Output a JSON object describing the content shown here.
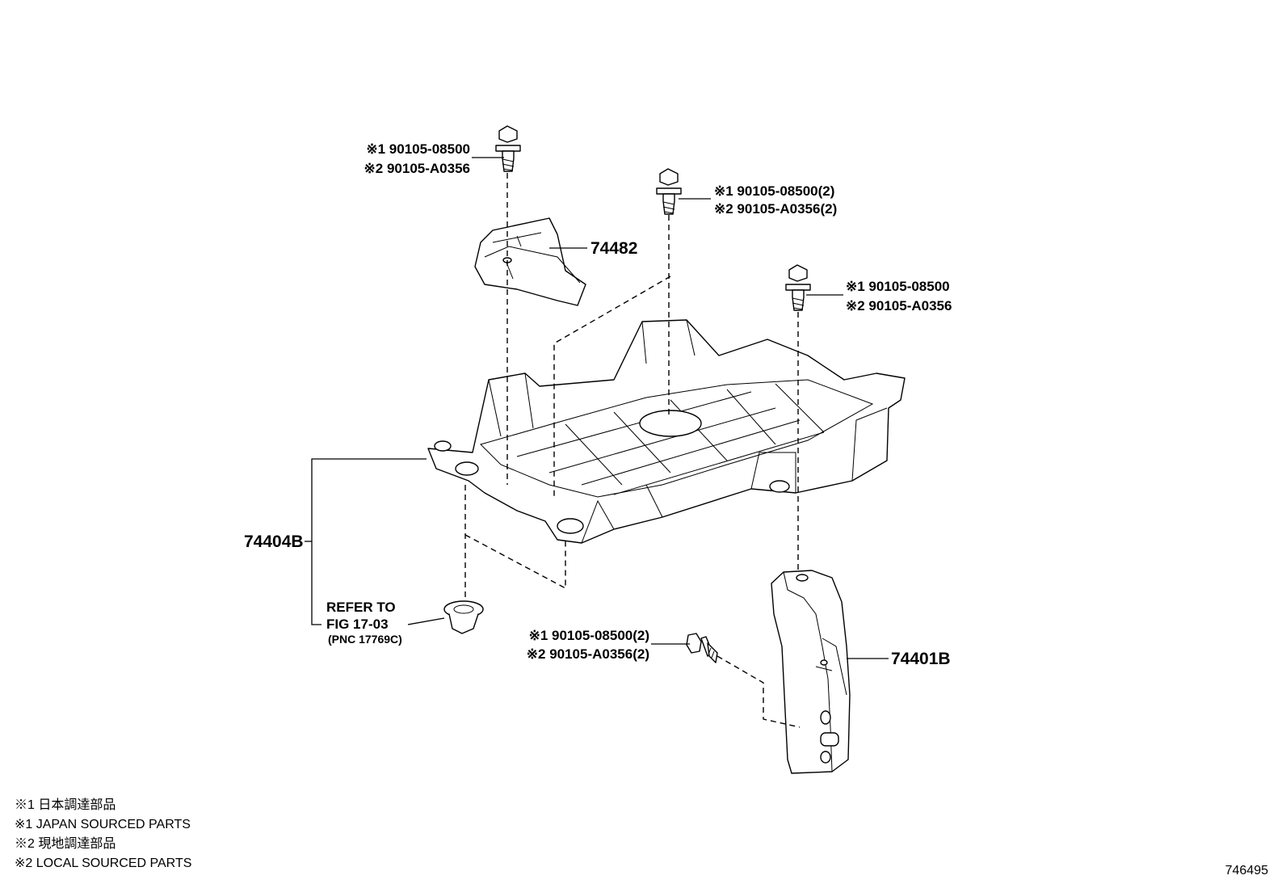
{
  "callouts": {
    "top_bolt": [
      "※1 90105-08500",
      "※2 90105-A0356"
    ],
    "center_bolt": [
      "※1 90105-08500(2)",
      "※2 90105-A0356(2)"
    ],
    "right_bolt": [
      "※1 90105-08500",
      "※2 90105-A0356"
    ],
    "lower_bolt": [
      "※1 90105-08500(2)",
      "※2 90105-A0356(2)"
    ]
  },
  "parts": {
    "bracket_top": "74482",
    "tray": "74404B",
    "stay": "74401B"
  },
  "refer": [
    "REFER TO",
    "FIG 17-03",
    "(PNC 17769C)"
  ],
  "legend": [
    "※1 日本調達部品",
    "※1 JAPAN SOURCED PARTS",
    "※2 現地調達部品",
    "※2 LOCAL SOURCED PARTS"
  ],
  "doc_number": "746495"
}
